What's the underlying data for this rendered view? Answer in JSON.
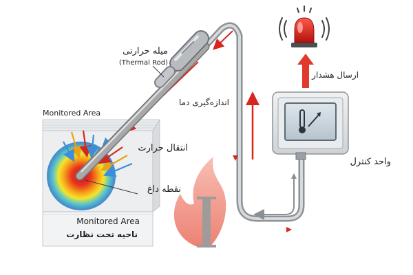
{
  "labels": {
    "rod_fa": "میله حرارتی",
    "rod_en": "(Thermal Rod)",
    "measure": "اندازه‌گیری دما",
    "transfer": "انتقال حرارت",
    "hotspot": "نقطه داغ",
    "alarm": "ارسال هشدار",
    "control": "واحد کنترل",
    "area_top": "Monitored Area",
    "area_bottom_en": "Monitored Area",
    "area_bottom_fa": "ناحیه تحت نظارت"
  },
  "icons": {
    "alarm": "siren-icon",
    "display": "thermometer-icon",
    "watermark": "flame-logo-icon"
  },
  "colors": {
    "hot": "#d7261e",
    "flow_cool": "#3b8fd9",
    "flow_warm": "#e8a317",
    "alarm_arrow": "#e03a2e",
    "logo": "#f08c7a"
  }
}
